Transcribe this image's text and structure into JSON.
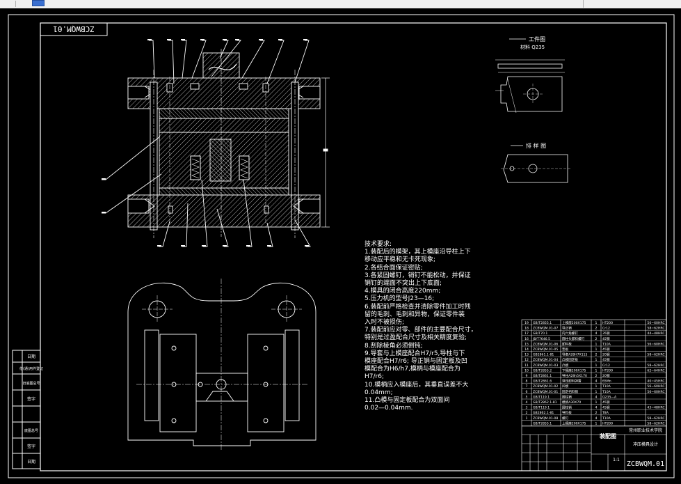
{
  "drawing": {
    "code": "ZCBWQM.01",
    "code_mirrored": "ZCBWQM.01",
    "workpiece_title": "工件图",
    "material_label": "材料  Q235",
    "strip_title": "排 样 图",
    "notes_title": "技术要求:",
    "notes": [
      "1.装配后的模架，其上模座沿导柱上下",
      "移动应平稳和无卡死现象;",
      "2.各结合面保证密贴;",
      "3.各紧固螺钉，销钉不能松动，并保证",
      "销钉的端面不突出上下底面;",
      "4.模具的闭合高度220mm;",
      "5.压力机的型号J23—16;",
      "6.装配前严格检查并清除零件加工时残",
      "留的毛刺、毛刺和异物，保证零件装",
      "入时不被损伤;",
      "7.装配前应对零、部件的主要配合尺寸，",
      "特别是过盈配合尺寸及相关精度复验;",
      "8.刮除棱角必须倒钝;",
      "9.导套与上模座配合H7/r5,导柱与下",
      "模座配合H7/r6; 导正销与固定板及凹",
      "模配合为H6/h7,模柄与模座配合为",
      "H7/r6;",
      "10.模柄应入模座后，其垂直误差不大",
      "0.04mm;",
      "11.凸模与固定板配合为双面间",
      "0.02—0.04mm."
    ],
    "title_block": {
      "name": "装配图",
      "school": "常州职业技术学院",
      "subject": "冲压模具设计",
      "scale": "1:1",
      "code": "ZCBWQM.01"
    },
    "bom": [
      {
        "no": "19",
        "std": "GB/T2855.1",
        "name": "上模座200X175",
        "qty": "1",
        "mat": "HT200",
        "rem": "50~60HRC"
      },
      {
        "no": "18",
        "std": "ZCBWQM.01-07",
        "name": "导正销",
        "qty": "2",
        "mat": "Cr12",
        "rem": "58~62HRC"
      },
      {
        "no": "17",
        "std": "GB/T70.1",
        "name": "内六角螺钉",
        "qty": "4",
        "mat": "35钢",
        "rem": "44~48HRC"
      },
      {
        "no": "16",
        "std": "JB/T7646.5",
        "name": "圆柱头卸料螺钉",
        "qty": "2",
        "mat": "45钢",
        "rem": ""
      },
      {
        "no": "15",
        "std": "ZCBWQM.01-06",
        "name": "卸料板",
        "qty": "1",
        "mat": "T10A",
        "rem": "56~60HRC"
      },
      {
        "no": "14",
        "std": "ZCBWQM.01-05",
        "name": "垫板",
        "qty": "1",
        "mat": "45钢",
        "rem": ""
      },
      {
        "no": "13",
        "std": "GB2861.1-81",
        "name": "导套A28H7X115",
        "qty": "2",
        "mat": "20钢",
        "rem": "58~62HRC"
      },
      {
        "no": "12",
        "std": "ZCBWQM.01-04",
        "name": "凸模固定板",
        "qty": "1",
        "mat": "45钢",
        "rem": ""
      },
      {
        "no": "11",
        "std": "ZCBWQM.01-03",
        "name": "凸模",
        "qty": "1",
        "mat": "Cr12",
        "rem": "58~62HRC"
      },
      {
        "no": "10",
        "std": "GB/T2855.2",
        "name": "下模座200X175",
        "qty": "1",
        "mat": "HT200",
        "rem": "62~64HRC"
      },
      {
        "no": "9",
        "std": "GB/T2861.1",
        "name": "导柱A28h5X170",
        "qty": "2",
        "mat": "20钢",
        "rem": ""
      },
      {
        "no": "8",
        "std": "GB/T2861.6",
        "name": "弹压卸料弹簧",
        "qty": "4",
        "mat": "65Mn",
        "rem": "40~45HRC"
      },
      {
        "no": "7",
        "std": "ZCBWQM.01-02",
        "name": "凹模",
        "qty": "1",
        "mat": "T10A",
        "rem": "56~60HRC"
      },
      {
        "no": "6",
        "std": "ZCBWQM.01-01",
        "name": "固定挡料销",
        "qty": "1",
        "mat": "T10A",
        "rem": "56~60HRC"
      },
      {
        "no": "5",
        "std": "GB/T119.1",
        "name": "圆柱销",
        "qty": "4",
        "mat": "Q235—A",
        "rem": ""
      },
      {
        "no": "4",
        "std": "GB/T2862.1-81",
        "name": "模柄A30X70",
        "qty": "1",
        "mat": "45钢",
        "rem": ""
      },
      {
        "no": "3",
        "std": "GB/T119.1",
        "name": "圆柱销",
        "qty": "4",
        "mat": "45钢",
        "rem": "43~48HRC"
      },
      {
        "no": "2",
        "std": "GB2862.1-81",
        "name": "导料板",
        "qty": "2",
        "mat": "T8A",
        "rem": ""
      },
      {
        "no": "1",
        "std": "ZCBWQM.01-08",
        "name": "螺钉",
        "qty": "4",
        "mat": "T10A",
        "rem": "58~62HRC"
      },
      {
        "no": "",
        "std": "GB/T2855.1",
        "name": "上模座200X175",
        "qty": "1",
        "mat": "HT200",
        "rem": "58~62HRC"
      }
    ],
    "left_strip": [
      "借(通)用件登记",
      "旧底图总号",
      "底图总号",
      "签字",
      "日期"
    ]
  }
}
